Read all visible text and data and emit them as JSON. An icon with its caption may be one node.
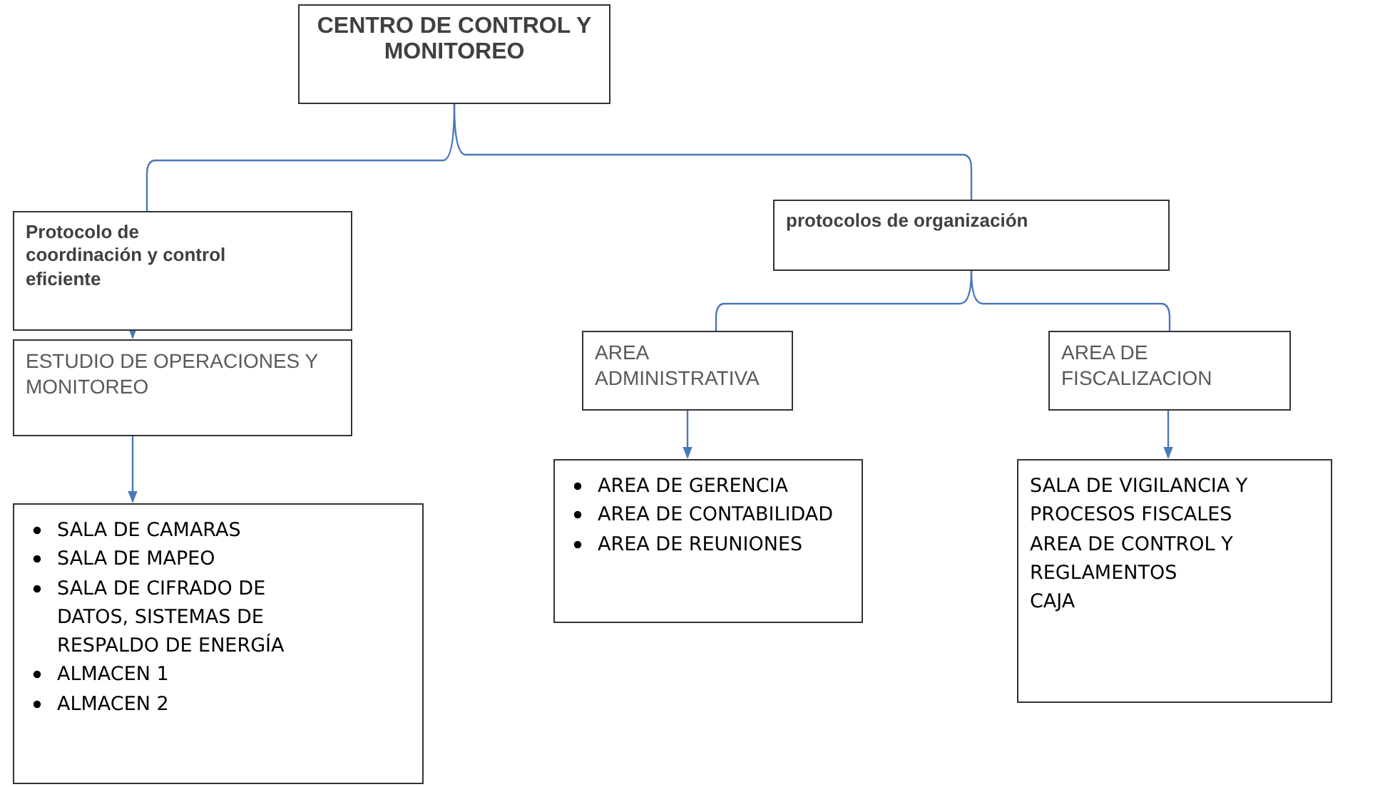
{
  "diagram": {
    "nodes": [
      {
        "text": [
          "CENTRO DE CONTROL Y MONITOREO"
        ]
      },
      {
        "text": [
          "Protocolo de coordinación y control eficiente"
        ]
      },
      {
        "text": [
          "protocolos de organización"
        ]
      },
      {
        "text": [
          "ESTUDIO DE OPERACIONES Y MONITOREO"
        ]
      },
      {
        "text": [
          "AREA ADMINISTRATIVA"
        ]
      },
      {
        "text": [
          "AREA DE FISCALIZACION"
        ]
      },
      {
        "text": [
          "SALA DE CAMARAS",
          "SALA DE MAPEO",
          "SALA DE CIFRADO DE DATOS, SISTEMAS DE RESPALDO DE ENERGÍA",
          "ALMACEN 1",
          "ALMACEN 2"
        ]
      },
      {
        "text": [
          "AREA DE GERENCIA",
          "AREA DE CONTABILIDAD",
          "AREA DE REUNIONES"
        ]
      },
      {
        "text": [
          "SALA DE VIGILANCIA Y PROCESOS FISCALES",
          "AREA DE CONTROL Y REGLAMENTOS",
          "CAJA"
        ]
      }
    ],
    "edges": [
      {
        "from": 0,
        "to": 1,
        "arrow": "none"
      },
      {
        "from": 0,
        "to": 2,
        "arrow": "none"
      },
      {
        "from": 1,
        "to": 3,
        "arrow": "to"
      },
      {
        "from": 3,
        "to": 6,
        "arrow": "to"
      },
      {
        "from": 2,
        "to": 4,
        "arrow": "none"
      },
      {
        "from": 2,
        "to": 5,
        "arrow": "none"
      },
      {
        "from": 4,
        "to": 7,
        "arrow": "to"
      },
      {
        "from": 5,
        "to": 8,
        "arrow": "to"
      }
    ]
  }
}
